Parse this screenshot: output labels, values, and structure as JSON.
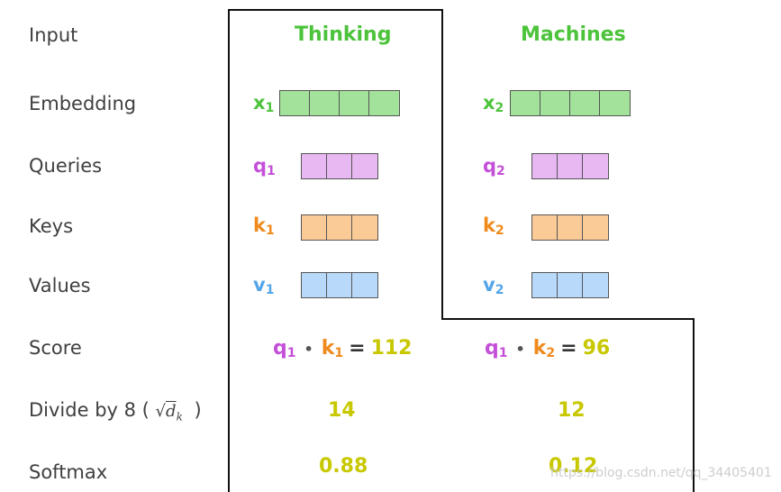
{
  "labels": {
    "input": "Input",
    "embedding": "Embedding",
    "queries": "Queries",
    "keys": "Keys",
    "values": "Values",
    "score": "Score",
    "divide": "Divide by 8 (",
    "divide_close": ")",
    "softmax": "Softmax"
  },
  "sqrt_symbol": "√",
  "sqrt_var": "d",
  "sqrt_sub": "k",
  "words": [
    {
      "text": "Thinking"
    },
    {
      "text": "Machines"
    }
  ],
  "vectors": {
    "x1": {
      "letter": "x",
      "sub": "1"
    },
    "x2": {
      "letter": "x",
      "sub": "2"
    },
    "q1": {
      "letter": "q",
      "sub": "1"
    },
    "q2": {
      "letter": "q",
      "sub": "2"
    },
    "k1": {
      "letter": "k",
      "sub": "1"
    },
    "k2": {
      "letter": "k",
      "sub": "2"
    },
    "v1": {
      "letter": "v",
      "sub": "1"
    },
    "v2": {
      "letter": "v",
      "sub": "2"
    }
  },
  "score": {
    "s1": {
      "q": "q",
      "q_sub": "1",
      "dot": "•",
      "k": "k",
      "k_sub": "1",
      "eq": "=",
      "value": "112"
    },
    "s2": {
      "q": "q",
      "q_sub": "1",
      "dot": "•",
      "k": "k",
      "k_sub": "2",
      "eq": "=",
      "value": "96"
    }
  },
  "divided": [
    "14",
    "12"
  ],
  "softmax": [
    "0.88",
    "0.12"
  ],
  "watermark": "https://blog.csdn.net/qq_34405401",
  "colors": {
    "word": "#4cc33b",
    "x": "#4cc33b",
    "x_fill": "#a3e29a",
    "q": "#c44fd8",
    "q_fill": "#e8b8f2",
    "k": "#f08a1c",
    "k_fill": "#fbcb97",
    "v": "#52a5e9",
    "v_fill": "#b9d9fb",
    "number": "#c8c800"
  },
  "icons": [
    "square-root-symbol"
  ]
}
